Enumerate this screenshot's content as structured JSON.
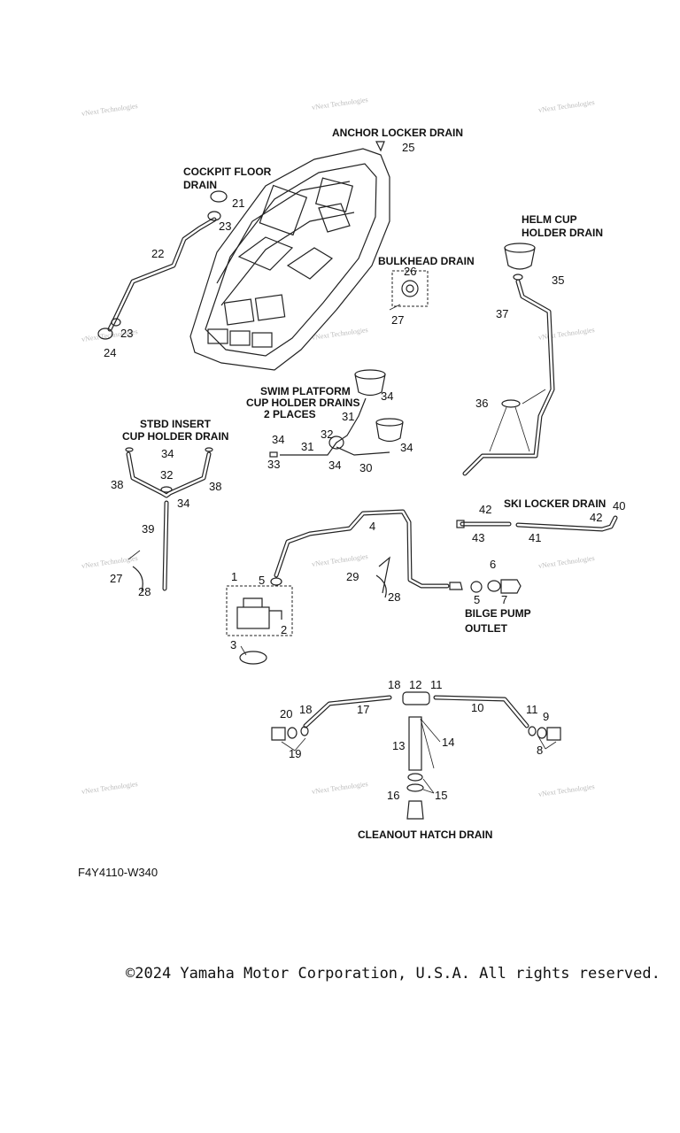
{
  "watermark": "vNext Technologies",
  "titles": {
    "anchor_locker": "ANCHOR LOCKER DRAIN",
    "cockpit_floor_1": "COCKPIT FLOOR",
    "cockpit_floor_2": "DRAIN",
    "helm_cup_1": "HELM CUP",
    "helm_cup_2": "HOLDER DRAIN",
    "bulkhead": "BULKHEAD DRAIN",
    "swim_1": "SWIM PLATFORM",
    "swim_2": "CUP HOLDER DRAINS",
    "swim_3": "2 PLACES",
    "stbd_1": "STBD INSERT",
    "stbd_2": "CUP HOLDER DRAIN",
    "ski_locker": "SKI LOCKER DRAIN",
    "bilge_1": "BILGE PUMP",
    "bilge_2": "OUTLET",
    "cleanout": "CLEANOUT HATCH DRAIN"
  },
  "part_numbers": {
    "p25": "25",
    "p21": "21",
    "p23a": "23",
    "p22": "22",
    "p23b": "23",
    "p24": "24",
    "p26": "26",
    "p27a": "27",
    "p35": "35",
    "p37": "37",
    "p36": "36",
    "p34a": "34",
    "p31a": "31",
    "p32a": "32",
    "p34b": "34",
    "p33": "33",
    "p31b": "31",
    "p34c": "34",
    "p30": "30",
    "p34d": "34",
    "p34e": "34",
    "p32b": "32",
    "p38a": "38",
    "p38b": "38",
    "p34f": "34",
    "p39": "39",
    "p27b": "27",
    "p28a": "28",
    "p42a": "42",
    "p40": "40",
    "p42b": "42",
    "p43": "43",
    "p41": "41",
    "p4": "4",
    "p1": "1",
    "p5a": "5",
    "p2": "2",
    "p3": "3",
    "p29": "29",
    "p28b": "28",
    "p6": "6",
    "p5b": "5",
    "p7": "7",
    "p18a": "18",
    "p12": "12",
    "p11a": "11",
    "p17": "17",
    "p10": "10",
    "p20": "20",
    "p18b": "18",
    "p11b": "11",
    "p9": "9",
    "p19": "19",
    "p8": "8",
    "p13": "13",
    "p14": "14",
    "p16": "16",
    "p15": "15"
  },
  "diagram_code": "F4Y4110-W340",
  "copyright": "©2024 Yamaha Motor Corporation, U.S.A. All rights reserved."
}
